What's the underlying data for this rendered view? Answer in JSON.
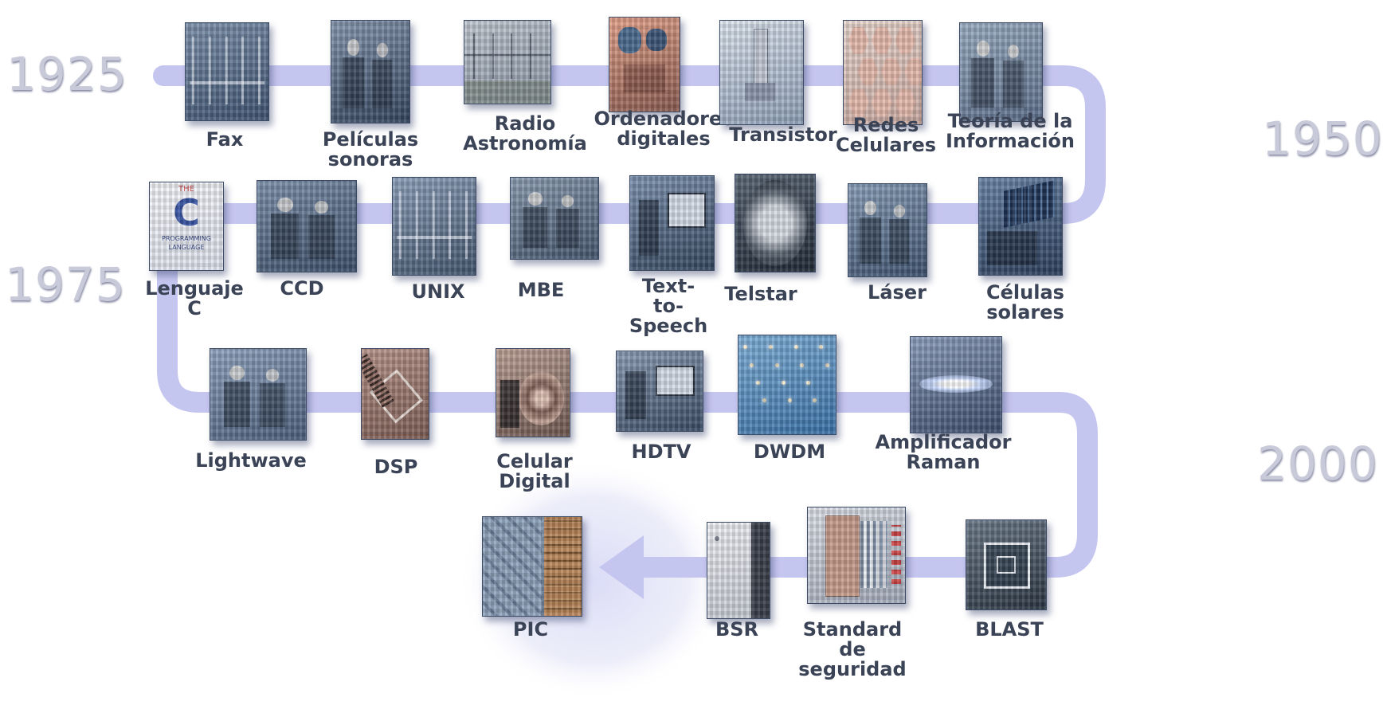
{
  "years": [
    "1925",
    "1950",
    "1975",
    "2000"
  ],
  "colors": {
    "track": "#c5c6f0",
    "year_text": "#c9cad9",
    "label_text": "#3b4356",
    "photo_blue": "#5a6f8f"
  },
  "milestones": [
    {
      "label": "Fax",
      "icon": "fax-photo-icon"
    },
    {
      "label": "Películas sonoras",
      "icon": "sound-film-photo-icon"
    },
    {
      "label": "Radio\nAstronomía",
      "icon": "radio-antenna-photo-icon"
    },
    {
      "label": "Ordenadores\ndigitales",
      "icon": "relay-circuit-photo-icon"
    },
    {
      "label": "Transistor",
      "icon": "transistor-photo-icon"
    },
    {
      "label": "Redes\nCelulares",
      "icon": "hexagon-cells-icon"
    },
    {
      "label": "Teoría de la\nInformación",
      "icon": "scientist-photo-icon"
    },
    {
      "label": "Células solares",
      "icon": "solar-panel-photo-icon"
    },
    {
      "label": "Láser",
      "icon": "laser-lab-photo-icon"
    },
    {
      "label": "Telstar",
      "icon": "satellite-photo-icon"
    },
    {
      "label": "Text-to-\nSpeech",
      "icon": "speech-terminal-photo-icon"
    },
    {
      "label": "MBE",
      "icon": "lab-team-photo-icon"
    },
    {
      "label": "UNIX",
      "icon": "computer-room-photo-icon"
    },
    {
      "label": "CCD",
      "icon": "ccd-lab-photo-icon"
    },
    {
      "label": "Lenguaje C",
      "icon": "c-book-cover-icon"
    },
    {
      "label": "Lightwave",
      "icon": "fiber-lab-photo-icon"
    },
    {
      "label": "DSP",
      "icon": "chip-die-icon"
    },
    {
      "label": "Celular Digital",
      "icon": "wafer-photo-icon"
    },
    {
      "label": "HDTV",
      "icon": "hdtv-viewer-photo-icon"
    },
    {
      "label": "DWDM",
      "icon": "optical-fibers-icon"
    },
    {
      "label": "Amplificador\nRaman",
      "icon": "light-beam-icon"
    },
    {
      "label": "BLAST",
      "icon": "blast-chip-icon"
    },
    {
      "label": "Standard de\nseguridad",
      "icon": "security-device-icon"
    },
    {
      "label": "BSR",
      "icon": "bsr-cabinet-icon"
    },
    {
      "label": "PIC",
      "icon": "photonic-chip-icon"
    }
  ],
  "c_book": {
    "line1": "THE",
    "letter": "C",
    "line2": "PROGRAMMING",
    "line3": "LANGUAGE"
  }
}
